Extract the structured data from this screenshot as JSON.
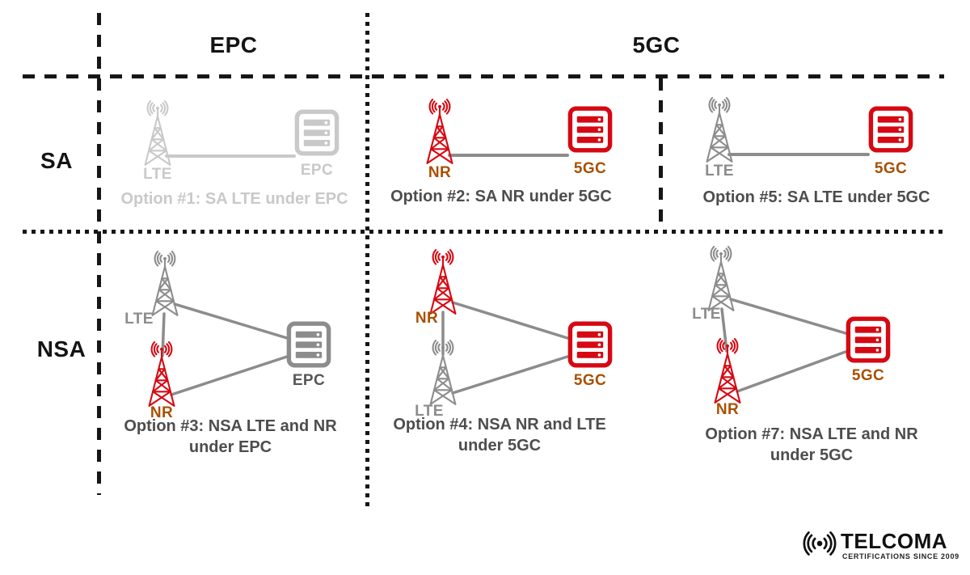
{
  "colors": {
    "red": "#d60812",
    "gray": "#8c8c8c",
    "lightgray": "#c9c9c9",
    "orange": "#a85000",
    "darkgray": "#565656",
    "caption": "#4d4d4d"
  },
  "headers": {
    "col_epc": "EPC",
    "col_5gc": "5GC",
    "row_sa": "SA",
    "row_nsa": "NSA"
  },
  "cells": [
    {
      "tower_top": "LTE",
      "core": "EPC",
      "caption1": "Option #1: SA LTE under EPC",
      "caption2": ""
    },
    {
      "tower_top": "NR",
      "core": "5GC",
      "caption1": "Option #2: SA NR under 5GC",
      "caption2": ""
    },
    {
      "tower_top": "LTE",
      "core": "5GC",
      "caption1": "Option #5: SA LTE under 5GC",
      "caption2": ""
    },
    {
      "tower_top": "LTE",
      "tower_bottom": "NR",
      "core": "EPC",
      "caption1": "Option #3: NSA LTE and NR",
      "caption2": "under EPC"
    },
    {
      "tower_top": "NR",
      "tower_bottom": "LTE",
      "core": "5GC",
      "caption1": "Option #4: NSA NR and LTE",
      "caption2": "under 5GC"
    },
    {
      "tower_top": "LTE",
      "tower_bottom": "NR",
      "core": "5GC",
      "caption1": "Option #7: NSA LTE and NR",
      "caption2": "under 5GC"
    }
  ],
  "logo": {
    "name": "TELCOMA",
    "tagline": "CERTIFICATIONS SINCE 2009"
  }
}
